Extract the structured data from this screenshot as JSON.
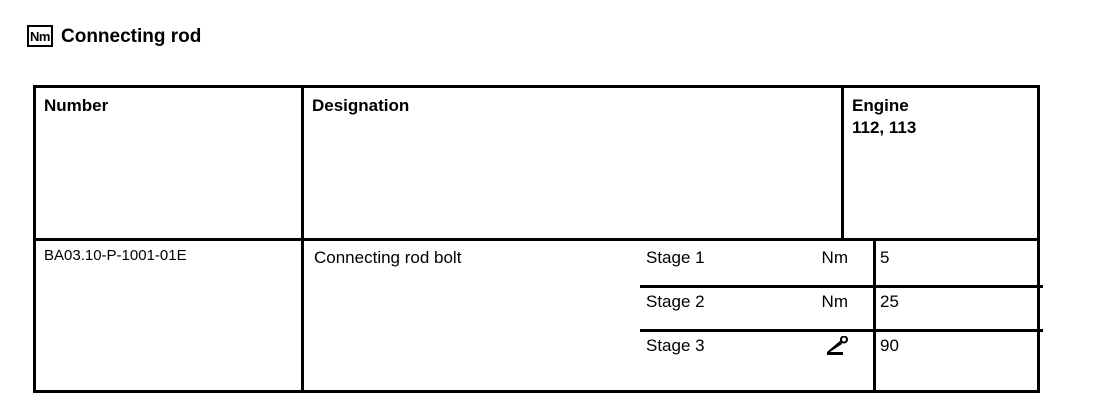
{
  "title": {
    "badge_label": "Nm",
    "badge_icon": "torque-nm-icon",
    "text": "Connecting rod"
  },
  "table": {
    "headers": {
      "number": "Number",
      "designation": "Designation",
      "engine": "Engine",
      "engine_models": "112, 113"
    },
    "rows": [
      {
        "number": "BA03.10-P-1001-01E",
        "designation": "Connecting rod bolt",
        "stages": [
          {
            "label": "Stage 1",
            "unit": "Nm",
            "unit_icon": null,
            "value": "5"
          },
          {
            "label": "Stage 2",
            "unit": "Nm",
            "unit_icon": null,
            "value": "25"
          },
          {
            "label": "Stage 3",
            "unit": "",
            "unit_icon": "torque-angle-icon",
            "value": "90"
          }
        ]
      }
    ]
  },
  "colors": {
    "ink": "#000000",
    "paper": "#ffffff"
  }
}
